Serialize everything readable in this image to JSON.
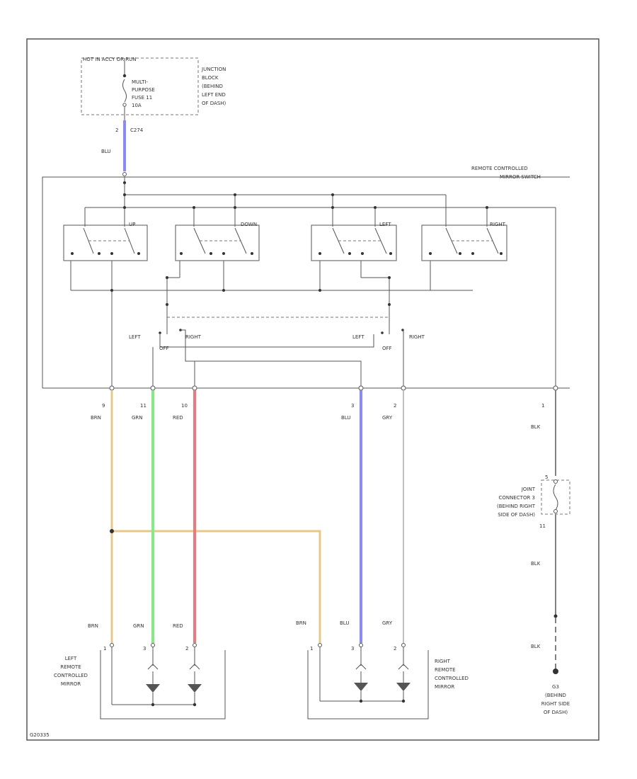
{
  "hot_box": "HOT IN ACCY OR RUN",
  "fuse": {
    "lines": [
      "MULTI-",
      "PURPOSE",
      "FUSE 11",
      "10A"
    ]
  },
  "junction_block": {
    "lines": [
      "JUNCTION",
      "BLOCK",
      "(BEHIND",
      "LEFT END",
      "OF DASH)"
    ]
  },
  "connector_c274": {
    "pin": "2",
    "id": "C274"
  },
  "wire_top": "BLU",
  "switch_title": {
    "line1": "REMOTE CONTROLLED",
    "line2": "MIRROR SWITCH"
  },
  "direction_labels": [
    "UP",
    "DOWN",
    "LEFT",
    "RIGHT"
  ],
  "selector": {
    "left": "LEFT",
    "off": "OFF",
    "right": "RIGHT"
  },
  "bottom_pins": [
    {
      "pin": "9",
      "wire": "BRN"
    },
    {
      "pin": "11",
      "wire": "GRN"
    },
    {
      "pin": "10",
      "wire": "RED"
    },
    {
      "pin": "3",
      "wire": "BLU"
    },
    {
      "pin": "2",
      "wire": "GRY"
    },
    {
      "pin": "1",
      "wire": "BLK"
    }
  ],
  "joint_connector": {
    "lines": [
      "JOINT",
      "CONNECTOR 3",
      "(BEHIND RIGHT",
      "SIDE OF DASH)"
    ],
    "pin_top": "5",
    "pin_bottom": "11"
  },
  "ground_wires": [
    "BLK",
    "BLK"
  ],
  "ground": {
    "lines": [
      "G3",
      "(BEHIND",
      "RIGHT SIDE",
      "OF DASH)"
    ]
  },
  "left_mirror": {
    "wires": [
      "BRN",
      "GRN",
      "RED"
    ],
    "pins": [
      "1",
      "3",
      "2"
    ],
    "lines": [
      "LEFT",
      "REMOTE",
      "CONTROLLED",
      "MIRROR"
    ]
  },
  "right_mirror": {
    "wires": [
      "BRN",
      "BLU",
      "GRY"
    ],
    "pins": [
      "1",
      "3",
      "2"
    ],
    "lines": [
      "RIGHT",
      "REMOTE",
      "CONTROLLED",
      "MIRROR"
    ]
  },
  "diagram_id": "G20335",
  "colors": {
    "blu": "#8a8aff",
    "brn": "#e8c888",
    "grn": "#80ee80",
    "red": "#f07878",
    "gry": "#c0c0c0",
    "blk": "#808080"
  }
}
